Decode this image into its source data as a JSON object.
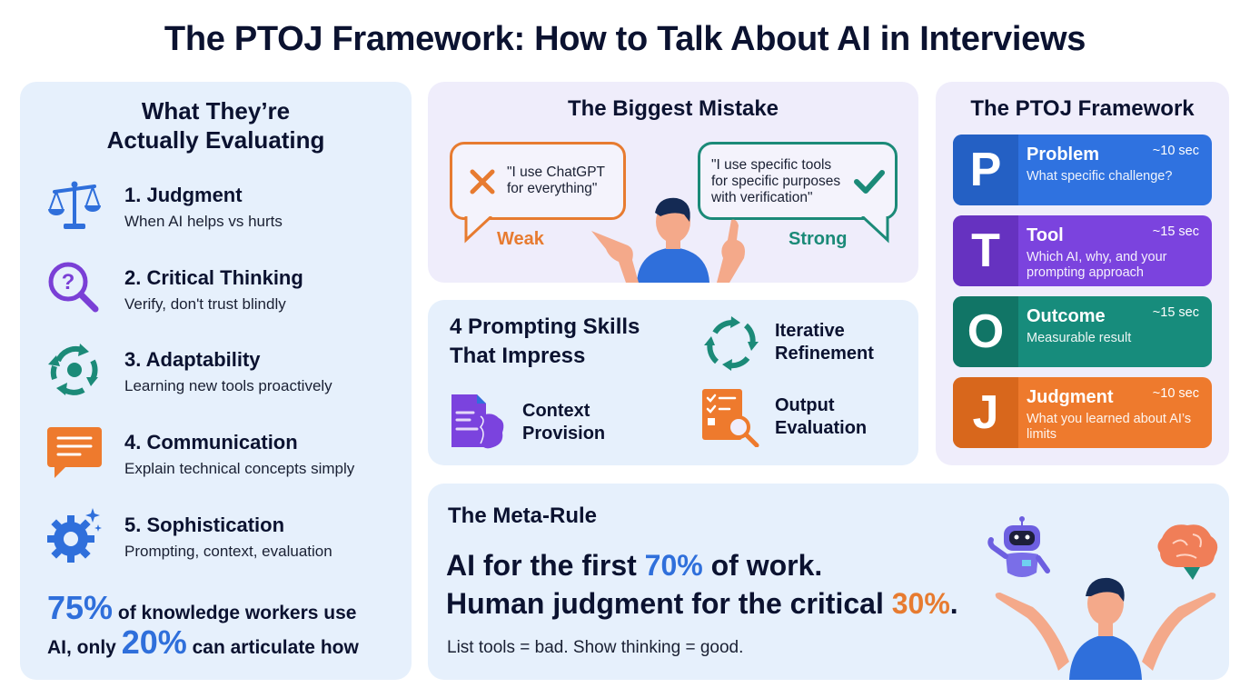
{
  "title": "The PTOJ Framework:  How to Talk About AI in Interviews",
  "evaluating": {
    "title_line1": "What They’re",
    "title_line2": "Actually Evaluating",
    "items": [
      {
        "name": "1. Judgment",
        "desc": "When AI helps vs hurts",
        "icon": "scales-icon",
        "color": "#2f6fdb"
      },
      {
        "name": "2. Critical Thinking",
        "desc": "Verify, don't trust blindly",
        "icon": "magnifier-question-icon",
        "color": "#7a3fd6"
      },
      {
        "name": "3. Adaptability",
        "desc": "Learning new tools proactively",
        "icon": "cycle-arrows-icon",
        "color": "#1b8a78"
      },
      {
        "name": "4. Communication",
        "desc": "Explain technical concepts simply",
        "icon": "chat-bubble-icon",
        "color": "#ee7a2d"
      },
      {
        "name": "5. Sophistication",
        "desc": "Prompting, context, evaluation",
        "icon": "gear-sparkle-icon",
        "color": "#2f6fdb"
      }
    ],
    "stat": {
      "pct1": "75%",
      "text1": "of knowledge workers use",
      "text2a": "AI, only",
      "pct2": "20%",
      "text2b": "can articulate how"
    }
  },
  "mistake": {
    "title": "The Biggest Mistake",
    "weak": {
      "quote_line1": "\"I use ChatGPT",
      "quote_line2": "for everything\"",
      "label": "Weak",
      "icon": "x-icon",
      "color": "#e77b30"
    },
    "strong": {
      "quote_line1": "\"I use specific tools",
      "quote_line2": "for specific purposes",
      "quote_line3": "with verification\"",
      "label": "Strong",
      "icon": "check-icon",
      "color": "#1b8a78"
    }
  },
  "skills": {
    "title_line1": "4 Prompting Skills",
    "title_line2": "That Impress",
    "items": [
      {
        "line1": "Iterative",
        "line2": "Refinement",
        "icon": "refresh-cycle-icon"
      },
      {
        "line1": "Context",
        "line2": "Provision",
        "icon": "document-brain-icon"
      },
      {
        "line1": "Output",
        "line2": "Evaluation",
        "icon": "checklist-magnifier-icon"
      }
    ]
  },
  "ptoj": {
    "title": "The PTOJ Framework",
    "steps": [
      {
        "letter": "P",
        "name": "Problem",
        "desc": "What specific challenge?",
        "time": "~10 sec",
        "color": "#2f72e0",
        "dark": "#2460c4"
      },
      {
        "letter": "T",
        "name": "Tool",
        "desc": "Which AI, why, and your prompting approach",
        "time": "~15 sec",
        "color": "#7b43de",
        "dark": "#6632c0"
      },
      {
        "letter": "O",
        "name": "Outcome",
        "desc": "Measurable result",
        "time": "~15 sec",
        "color": "#178c7c",
        "dark": "#117566"
      },
      {
        "letter": "J",
        "name": "Judgment",
        "desc": "What you learned about AI’s limits",
        "time": "~10 sec",
        "color": "#ee7a2d",
        "dark": "#d8671c"
      }
    ]
  },
  "meta": {
    "title": "The Meta-Rule",
    "line1a": "AI for the first",
    "line1pct": "70%",
    "line1b": "of work.",
    "line2a": "Human judgment for the critical",
    "line2pct": "30%",
    "line2b": ".",
    "sub": "List tools = bad. Show thinking = good."
  }
}
